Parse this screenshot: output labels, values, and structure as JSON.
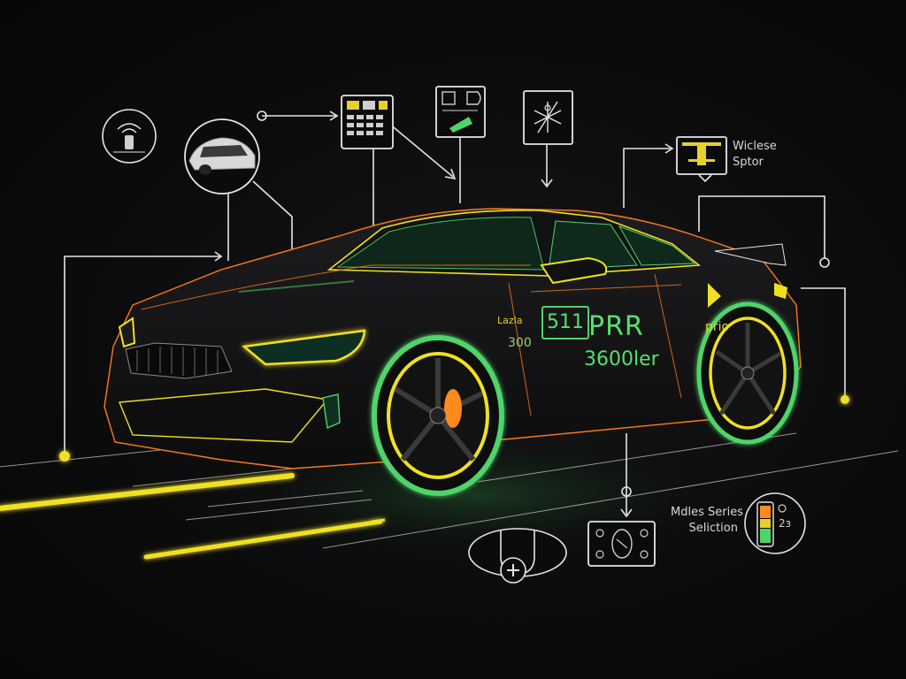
{
  "labels": {
    "top_right_line1": "Wiclese",
    "top_right_line2": "Sptor",
    "bottom_right_line1": "Mdles Series",
    "bottom_right_line2": "Seliction",
    "gauge_value": "2з"
  },
  "car_text": {
    "badge": "511",
    "model": "PRR",
    "sub": "3600ler",
    "side": "Lazla",
    "num": "300",
    "rear": "prio"
  },
  "icons": [
    "wireless-remote-icon",
    "car-thumbnail-icon",
    "dashboard-screen-icon",
    "display-panel-icon",
    "sparkle-settings-icon",
    "display-t-icon",
    "ellipse-plus-icon",
    "instrument-panel-icon",
    "battery-gauge-icon"
  ],
  "colors": {
    "background": "#0b0b0c",
    "line": "#e6e6e6",
    "accent_yellow": "#f0e020",
    "accent_green": "#4fd46a",
    "accent_orange": "#ff8a1e"
  }
}
